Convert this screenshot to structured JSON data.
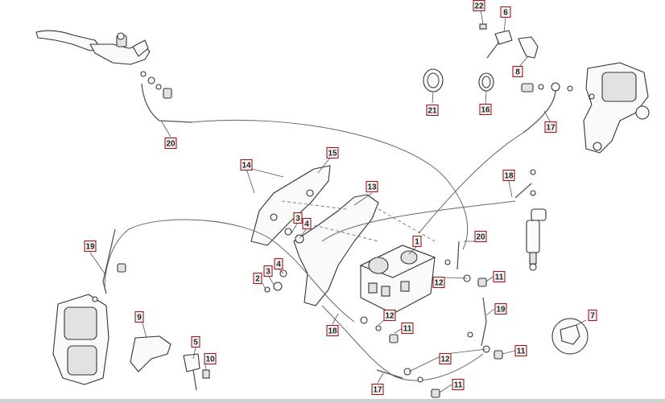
{
  "callouts": [
    {
      "id": "c22",
      "label": "22"
    },
    {
      "id": "c6",
      "label": "6"
    },
    {
      "id": "c8",
      "label": "8"
    },
    {
      "id": "c21",
      "label": "21"
    },
    {
      "id": "c16",
      "label": "16"
    },
    {
      "id": "c17a",
      "label": "17"
    },
    {
      "id": "c20a",
      "label": "20"
    },
    {
      "id": "c14",
      "label": "14"
    },
    {
      "id": "c15",
      "label": "15"
    },
    {
      "id": "c13",
      "label": "13"
    },
    {
      "id": "c18a",
      "label": "18"
    },
    {
      "id": "c3a",
      "label": "3"
    },
    {
      "id": "c4a",
      "label": "4"
    },
    {
      "id": "c20b",
      "label": "20"
    },
    {
      "id": "c1",
      "label": "1"
    },
    {
      "id": "c19a",
      "label": "19"
    },
    {
      "id": "c4b",
      "label": "4"
    },
    {
      "id": "c3b",
      "label": "3"
    },
    {
      "id": "c2",
      "label": "2"
    },
    {
      "id": "c12a",
      "label": "12"
    },
    {
      "id": "c11a",
      "label": "11"
    },
    {
      "id": "c12b",
      "label": "12"
    },
    {
      "id": "c19b",
      "label": "19"
    },
    {
      "id": "c7",
      "label": "7"
    },
    {
      "id": "c9",
      "label": "9"
    },
    {
      "id": "c18b",
      "label": "18"
    },
    {
      "id": "c11b",
      "label": "11"
    },
    {
      "id": "c5",
      "label": "5"
    },
    {
      "id": "c12c",
      "label": "12"
    },
    {
      "id": "c11c",
      "label": "11"
    },
    {
      "id": "c10",
      "label": "10"
    },
    {
      "id": "c17b",
      "label": "17"
    },
    {
      "id": "c11d",
      "label": "11"
    }
  ]
}
